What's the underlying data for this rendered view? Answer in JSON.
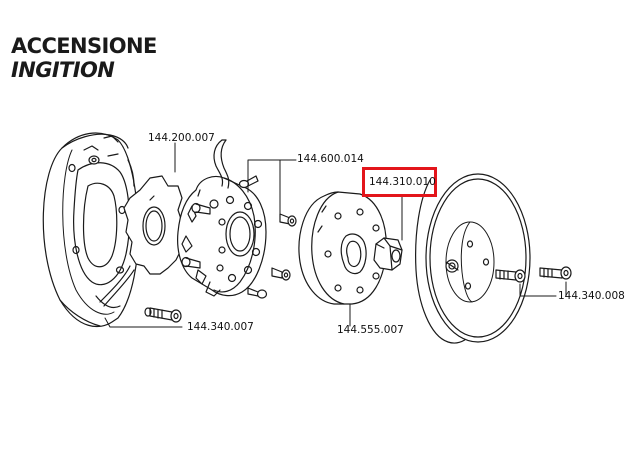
{
  "title": {
    "main": "ACCENSIONE",
    "sub": "INGITION"
  },
  "parts": [
    {
      "code": "144.200.007"
    },
    {
      "code": "144.600.014"
    },
    {
      "code": "144.310.010"
    },
    {
      "code": "144.555.007"
    },
    {
      "code": "144.340.007"
    },
    {
      "code": "144.340.008"
    }
  ],
  "colors": {
    "highlight": "#e3151b",
    "line": "#1a1a1a"
  }
}
